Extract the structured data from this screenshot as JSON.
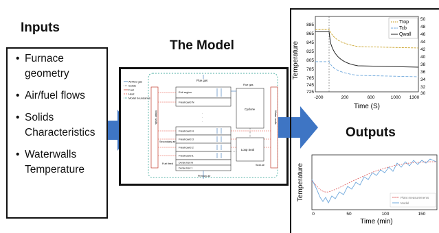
{
  "inputs": {
    "title": "Inputs",
    "items": [
      "Furnace geometry",
      "Air/fuel flows",
      "Solids Characteristics",
      "Waterwalls Temperature"
    ]
  },
  "model": {
    "title": "The Model",
    "legend": [
      "Air/flue gas",
      "Solids",
      "Fuel",
      "Heat",
      "Model boundaries"
    ],
    "legend_colors": {
      "air": "#2b6cb0",
      "solids": "#555555",
      "fuel": "#c0392b",
      "heat": "#e74c3c",
      "boundary": "#1a9988"
    },
    "top_label": "Flue gas",
    "left_side_label": "Water walls",
    "right_side_label": "Water walls",
    "cyclone": "Cyclone",
    "loop_seal": "Loop Seal",
    "cyclone_flue": "Flue gas",
    "zones": [
      "Exit region",
      "Freeboard N",
      "Freeboard 4",
      "Freeboard 3",
      "Freeboard 2",
      "Freeboard 1",
      "Dense bed N",
      "Dense bed 1"
    ],
    "secondary_air": "Secondary air",
    "fuel_feed": "Fuel feed",
    "primary_air": "Primary air",
    "seal_air": "Seal air"
  },
  "outputs": {
    "title": "Outputs",
    "chart_top": {
      "ylabel": "Temperature",
      "xlabel": "Time (S)",
      "y_ticks": [
        "885",
        "865",
        "845",
        "825",
        "805",
        "785",
        "765",
        "745",
        "725"
      ],
      "x_ticks": [
        "-200",
        "200",
        "600",
        "1000",
        "1300"
      ],
      "y2_ticks": [
        "50",
        "48",
        "46",
        "44",
        "42",
        "40",
        "38",
        "36",
        "34",
        "32",
        "30"
      ],
      "legend": [
        "Ttop",
        "Tcb",
        "Qwall"
      ],
      "colors": {
        "Ttop": "#c9a227",
        "Tcb": "#6fa8dc",
        "Qwall": "#222222"
      }
    },
    "chart_bottom": {
      "ylabel": "Temperature",
      "xlabel": "Time (min)",
      "x_ticks": [
        "0",
        "50",
        "100",
        "150"
      ],
      "legend": [
        "Plant measurements",
        "Model"
      ],
      "colors": {
        "plant": "#e06666",
        "model": "#6fa8dc"
      }
    }
  },
  "colors": {
    "arrow": "#3e75c4"
  }
}
